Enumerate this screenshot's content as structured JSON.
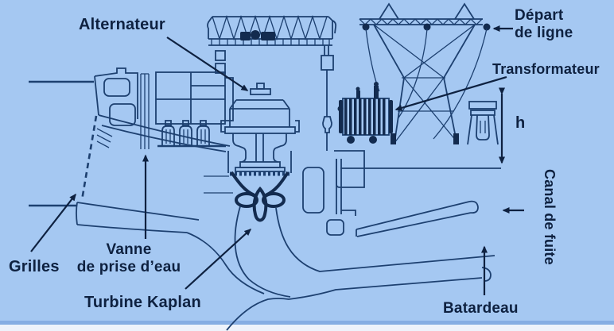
{
  "diagram": {
    "type": "hydroelectric-kaplan-powerplant-cross-section",
    "labels": {
      "alternateur": "Alternateur",
      "depart_de_ligne": "Départ\nde ligne",
      "transformateur": "Transformateur",
      "head_h": "h",
      "canal_de_fuite": "Canal de fuite",
      "grilles": "Grilles",
      "vanne_de_prise_deau": "Vanne\nde prise d’eau",
      "turbine_kaplan": "Turbine Kaplan",
      "batardeau": "Batardeau"
    },
    "colors": {
      "background": "#a5c8f2",
      "line": "#1d4070",
      "ink": "#0e2140",
      "dark_fill": "#132b4f",
      "strip": "#eef3fb",
      "strip_edge": "#86aee3"
    }
  }
}
